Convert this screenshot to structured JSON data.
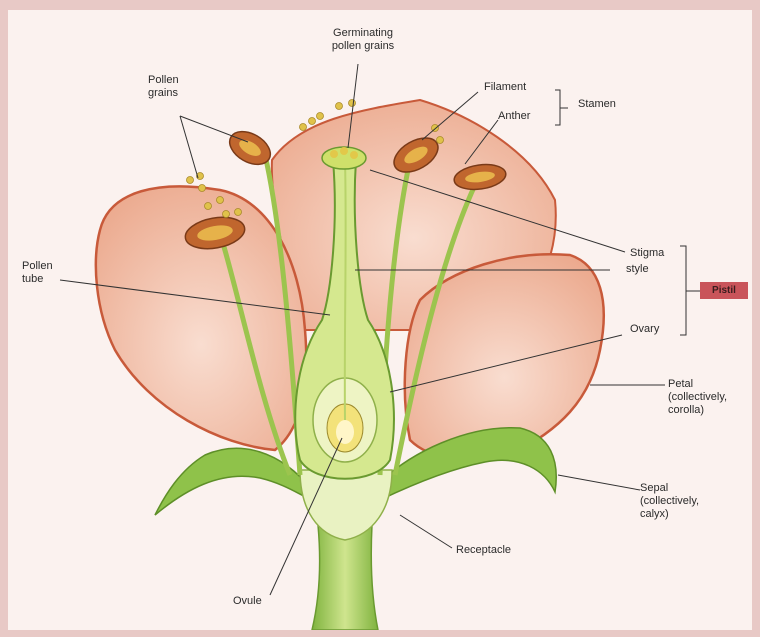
{
  "labels": {
    "germinating_pollen_grains": "Germinating\npollen grains",
    "pollen_grains": "Pollen\ngrains",
    "filament": "Filament",
    "anther": "Anther",
    "stamen": "Stamen",
    "stigma": "Stigma",
    "style": "style",
    "pollen_tube": "Pollen\ntube",
    "ovary": "Ovary",
    "pistil": "Pistil",
    "petal": "Petal\n(collectively,\ncorolla)",
    "sepal": "Sepal\n(collectively,\ncalyx)",
    "receptacle": "Receptacle",
    "ovule": "Ovule"
  },
  "colors": {
    "petal_fill": "#f2c4b0",
    "petal_edge": "#c85a3a",
    "green": "#8fc24a",
    "pale_green": "#e4efb6",
    "anther": "#c0662e",
    "pollen": "#e0c24a",
    "pistil_badge": "#c9545a"
  }
}
